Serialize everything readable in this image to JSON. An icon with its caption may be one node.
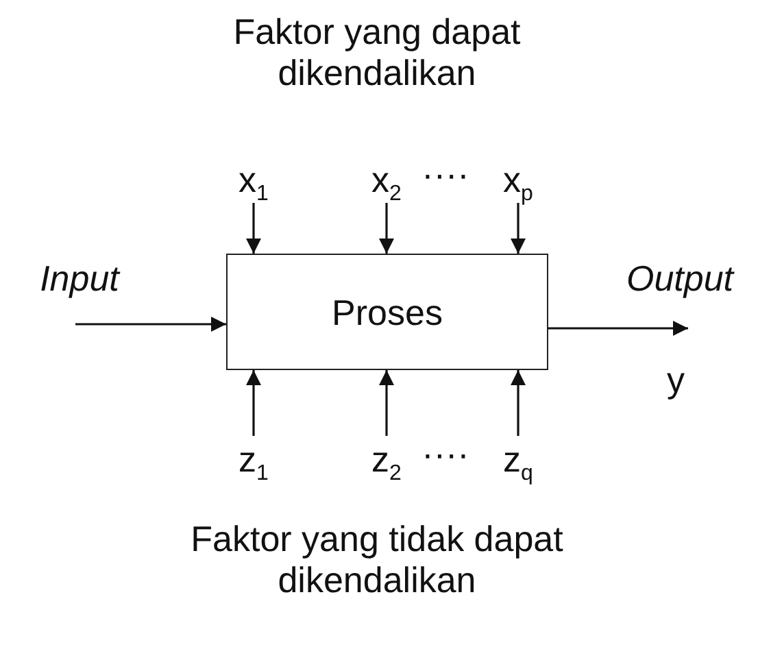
{
  "diagram": {
    "nodes": [
      {
        "text": [
          "Proses"
        ]
      },
      {
        "text": [
          "x$_{1}$"
        ]
      },
      {
        "text": [
          "x$_{2}$"
        ]
      },
      {
        "text": [
          "x$_{p}$"
        ]
      },
      {
        "text": [
          "z$_{1}$"
        ]
      },
      {
        "text": [
          "z$_{2}$"
        ]
      },
      {
        "text": [
          "z$_{q}$"
        ]
      }
    ],
    "edges": [
      {
        "from": 1,
        "to": 0,
        "arrow": "to"
      },
      {
        "from": 2,
        "to": 0,
        "arrow": "to"
      },
      {
        "from": 3,
        "to": 0,
        "arrow": "to"
      },
      {
        "from": 4,
        "to": 0,
        "arrow": "to"
      },
      {
        "from": 5,
        "to": 0,
        "arrow": "to"
      },
      {
        "from": 6,
        "to": 0,
        "arrow": "to"
      },
      {
        "from": null,
        "to": 0,
        "arrow": "to",
        "label": "Input"
      },
      {
        "from": 0,
        "to": null,
        "arrow": "to",
        "label": "Output"
      }
    ],
    "labels": [
      "Faktor yang dapat dikendalikan",
      "····",
      "y",
      "····",
      "Faktor yang tidak dapat dikendalikan"
    ]
  }
}
